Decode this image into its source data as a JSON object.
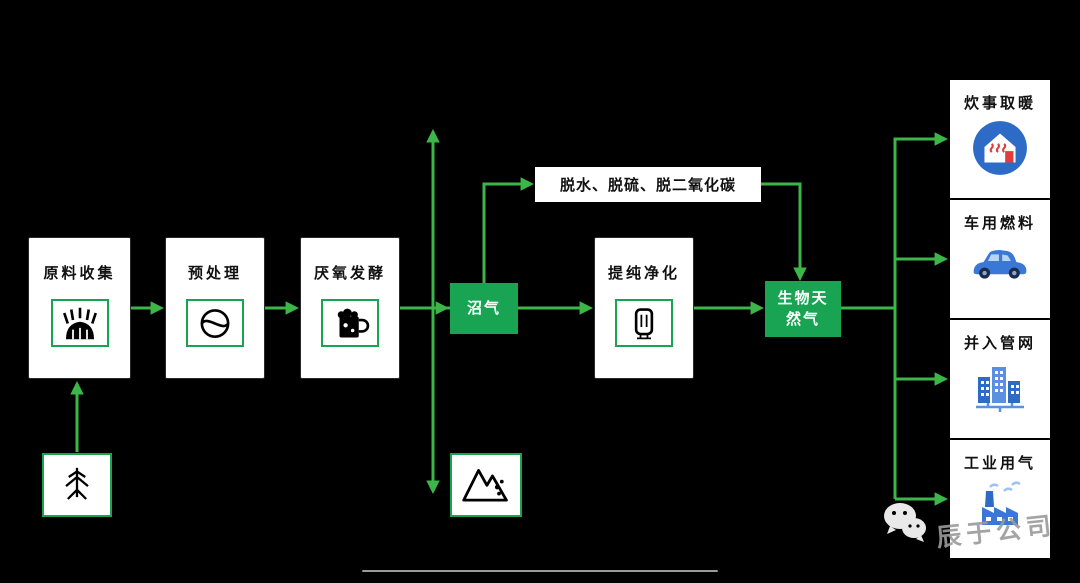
{
  "colors": {
    "background": "#000000",
    "arrow_green": "#3CB549",
    "node_green": "#18A452",
    "icon_blue": "#2E6BC6",
    "accent_red": "#E23B3B"
  },
  "nodes": {
    "collect": {
      "label": "原料收集",
      "icon": "straw-pile-icon"
    },
    "pretreat": {
      "label": "预处理",
      "icon": "mixer-circle-icon"
    },
    "ferment": {
      "label": "厌氧发酵",
      "icon": "fermentation-mug-icon"
    },
    "biogas": {
      "label": "沼气"
    },
    "scrub": {
      "label": "脱水、脱硫、脱二氧化碳"
    },
    "purify": {
      "label": "提纯净化",
      "icon": "purifier-column-icon"
    },
    "bng": {
      "label": "生物天然气",
      "line1": "生物天",
      "line2": "然气"
    },
    "feedstock": {
      "icon": "tree-branch-icon"
    },
    "residue": {
      "icon": "mountain-landfill-icon"
    },
    "uses": [
      {
        "label": "炊事取暖",
        "icon": "house-heating-icon"
      },
      {
        "label": "车用燃料",
        "icon": "car-icon"
      },
      {
        "label": "并入管网",
        "icon": "city-pipeline-icon"
      },
      {
        "label": "工业用气",
        "icon": "factory-icon"
      }
    ]
  },
  "watermark": {
    "company": "辰于公司",
    "logo": "wechat-icon"
  }
}
